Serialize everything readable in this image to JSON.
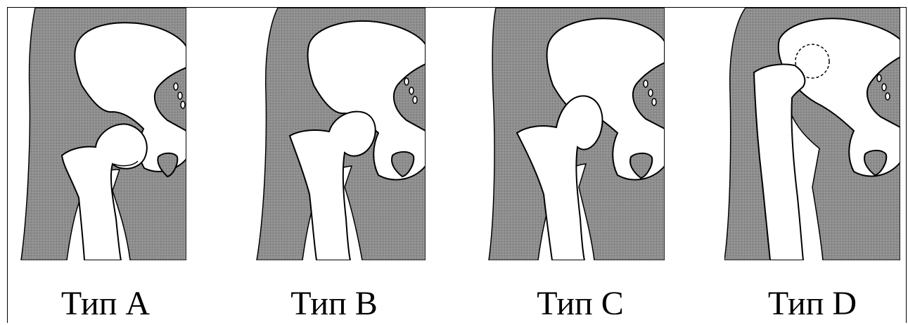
{
  "figure": {
    "panels": [
      {
        "id": "A",
        "label": "Тип A"
      },
      {
        "id": "B",
        "label": "Тип B"
      },
      {
        "id": "C",
        "label": "Тип C"
      },
      {
        "id": "D",
        "label": "Тип D"
      }
    ]
  },
  "colors": {
    "tissue": "#8c8c8c",
    "bone": "#ffffff",
    "outline": "#000000"
  }
}
